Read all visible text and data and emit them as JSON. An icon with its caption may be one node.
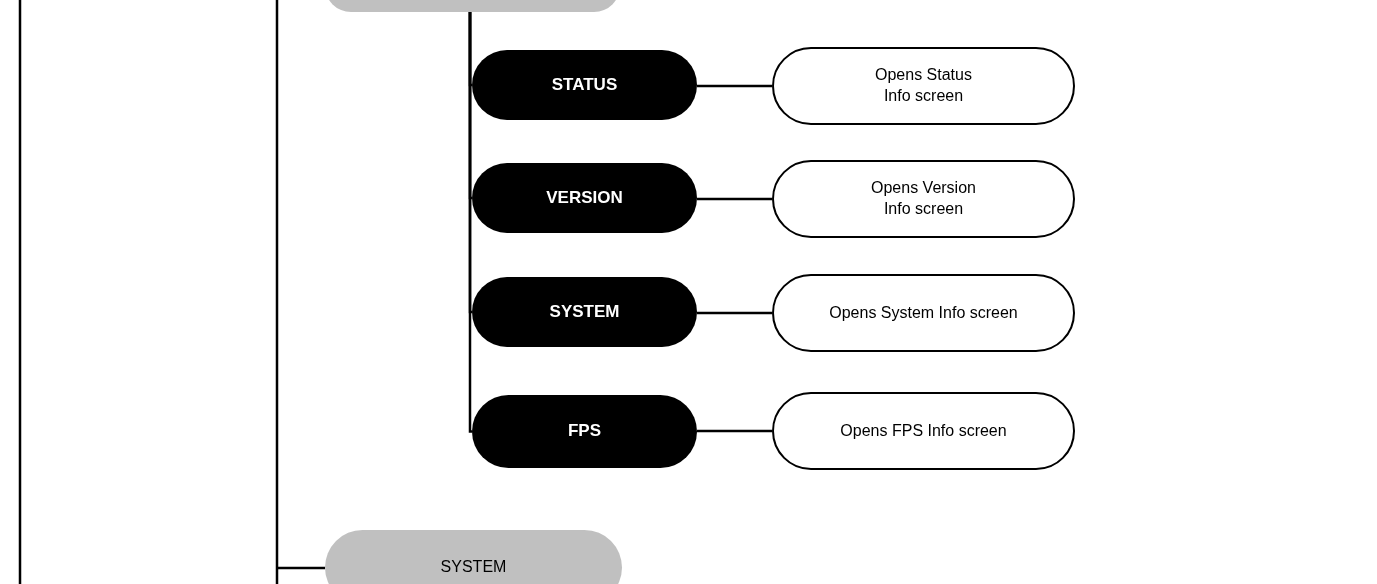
{
  "diagram": {
    "nodes": [
      {
        "text": [],
        "shape": "box"
      },
      {
        "text": [
          "STATUS"
        ]
      },
      {
        "text": [
          "Opens Status Info screen"
        ]
      },
      {
        "text": [
          "VERSION"
        ]
      },
      {
        "text": [
          "Opens Version Info screen"
        ]
      },
      {
        "text": [
          "SYSTEM"
        ]
      },
      {
        "text": [
          "Opens System Info screen"
        ]
      },
      {
        "text": [
          "FPS"
        ]
      },
      {
        "text": [
          "Opens FPS Info screen"
        ]
      },
      {
        "text": [
          "SYSTEM"
        ]
      }
    ],
    "edges": [
      {
        "from": 0,
        "to": 1,
        "arrow": "none"
      },
      {
        "from": 0,
        "to": 3,
        "arrow": "none"
      },
      {
        "from": 0,
        "to": 5,
        "arrow": "none"
      },
      {
        "from": 0,
        "to": 7,
        "arrow": "none"
      },
      {
        "from": 1,
        "to": 2,
        "arrow": "none"
      },
      {
        "from": 3,
        "to": 4,
        "arrow": "none"
      },
      {
        "from": 5,
        "to": 6,
        "arrow": "none"
      },
      {
        "from": 7,
        "to": 8,
        "arrow": "none"
      },
      {
        "from": null,
        "to": 9,
        "arrow": "none"
      }
    ]
  }
}
